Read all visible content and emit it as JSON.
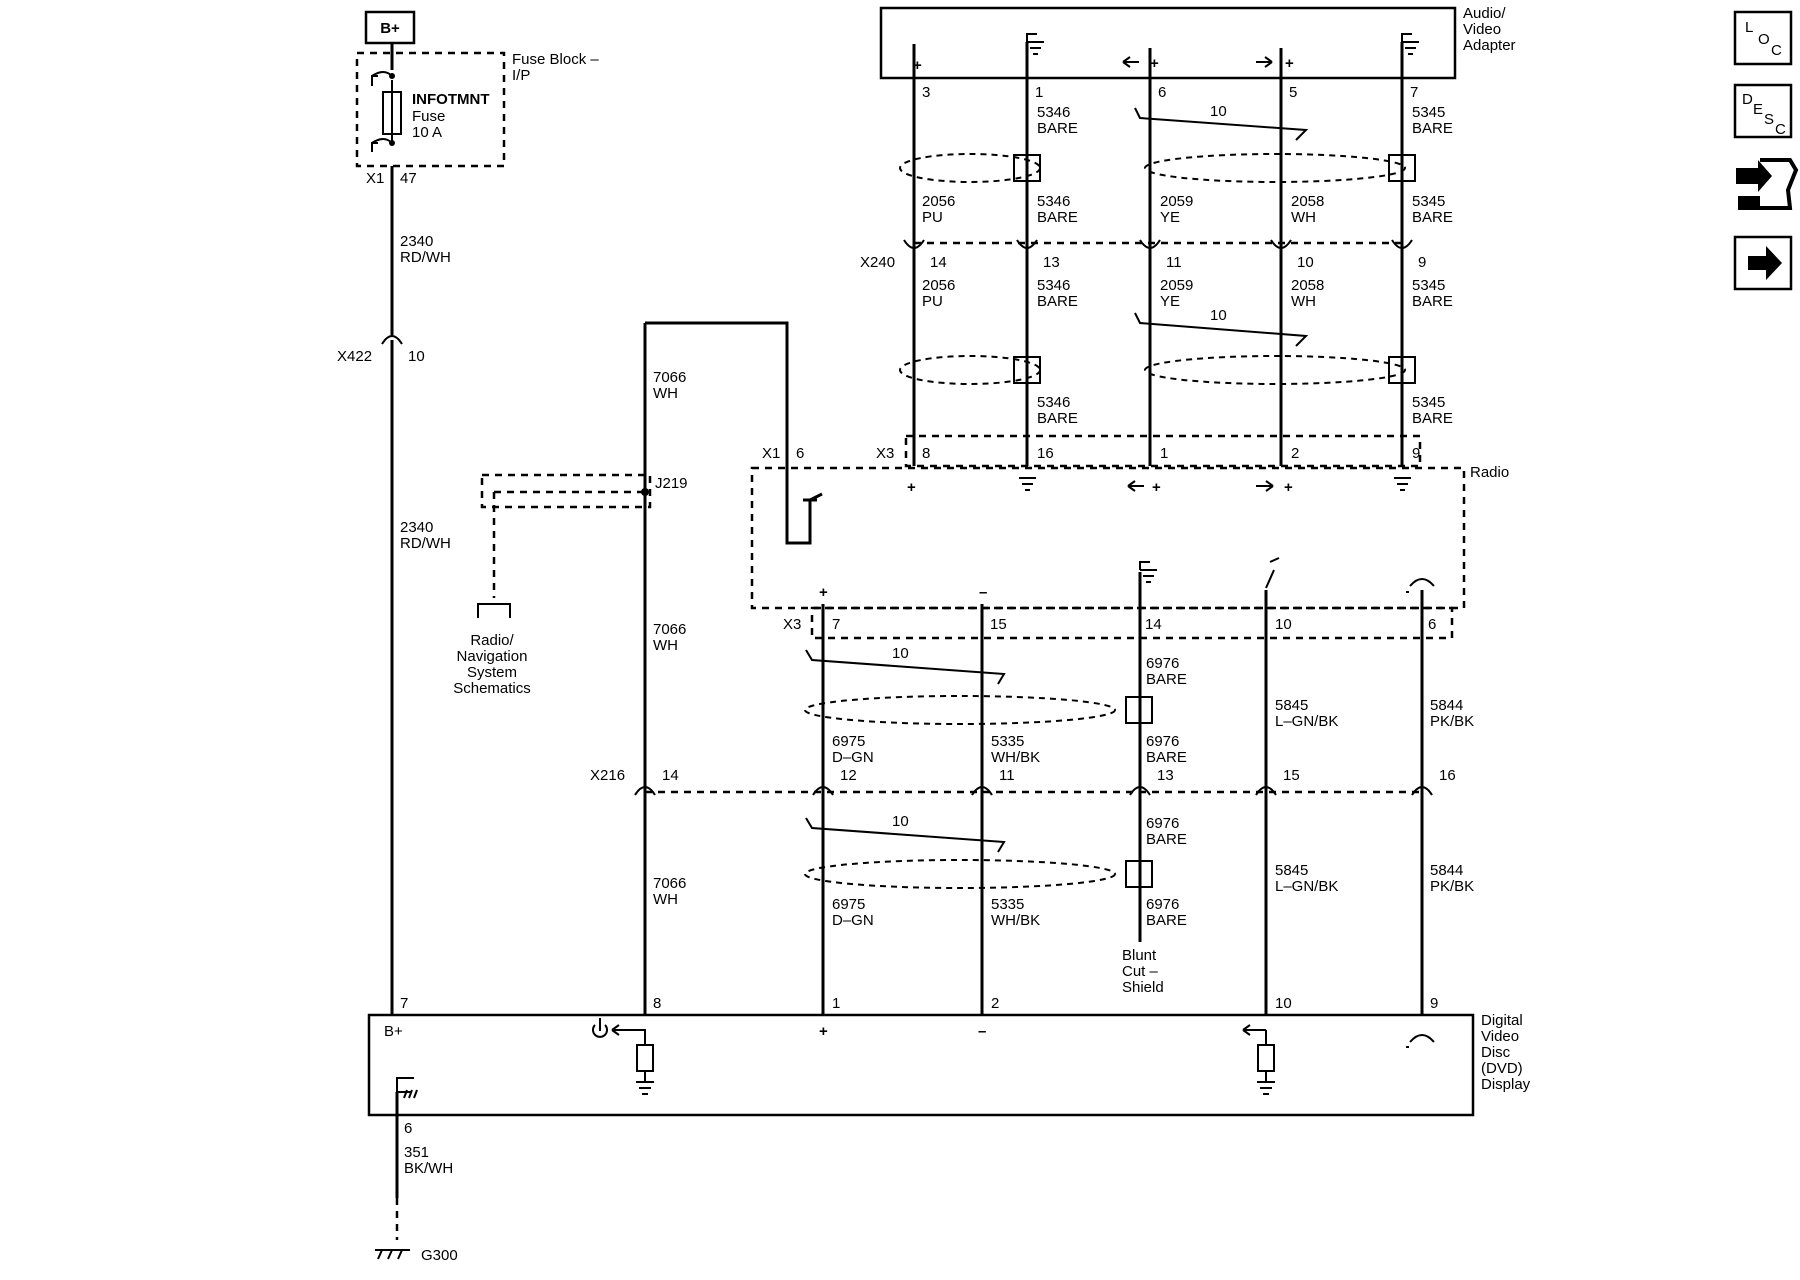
{
  "power": {
    "bplus": "B+",
    "fuse_block": "Fuse Block –\nI/P",
    "fuse_name": "INFOTMNT",
    "fuse_word": "Fuse",
    "fuse_rating": "10 A",
    "fuse_connector": "X1",
    "fuse_pin": "47"
  },
  "wires": {
    "w2340_top": "2340\nRD/WH",
    "w2340_bottom": "2340\nRD/WH",
    "w7066_a": "7066\nWH",
    "w7066_b": "7066\nWH",
    "w7066_c": "7066\nWH",
    "w351": "351\nBK/WH"
  },
  "connectors": {
    "x422": "X422",
    "x422_pin": "10",
    "x240": "X240",
    "x216": "X216",
    "x216_pin": "14",
    "j219": "J219",
    "x1": "X1",
    "x1_pin": "6",
    "x3_top": "X3",
    "x3_bottom": "X3"
  },
  "ground": {
    "pin": "6",
    "name": "G300"
  },
  "cross_ref": {
    "label": "Radio/\nNavigation\nSystem\nSchematics"
  },
  "components": {
    "av_adapter": "Audio/\nVideo\nAdapter",
    "radio": "Radio",
    "dvd": "Digital\nVideo\nDisc\n(DVD)\nDisplay",
    "dvd_bplus": "B+",
    "blunt_cut": "Blunt\nCut –\nShield"
  },
  "top_section": {
    "adapter_pins": [
      "3",
      "1",
      "6",
      "5",
      "7"
    ],
    "upper_wires": [
      "",
      "5346\nBARE",
      "",
      "",
      "5345\nBARE"
    ],
    "mid_wires": [
      "2056\nPU",
      "5346\nBARE",
      "2059\nYE",
      "2058\nWH",
      "5345\nBARE"
    ],
    "x240_pins": [
      "14",
      "13",
      "11",
      "10",
      "9"
    ],
    "lower_wires": [
      "2056\nPU",
      "5346\nBARE",
      "2059\nYE",
      "2058\nWH",
      "5345\nBARE"
    ],
    "bottom_wires": [
      "",
      "5346\nBARE",
      "",
      "",
      "5345\nBARE"
    ],
    "radio_pins": [
      "8",
      "16",
      "1",
      "2",
      "9"
    ],
    "twist_label_1": "10",
    "twist_label_2": "10"
  },
  "bottom_section": {
    "radio_pins": [
      "7",
      "15",
      "14",
      "10",
      "6"
    ],
    "upper_wires": [
      "",
      "",
      "6976\nBARE",
      "",
      ""
    ],
    "mid_wires": [
      "6975\nD–GN",
      "5335\nWH/BK",
      "6976\nBARE",
      "5845\nL–GN/BK",
      "5844\nPK/BK"
    ],
    "x216_pins": [
      "12",
      "11",
      "13",
      "15",
      "16"
    ],
    "lower_wires": [
      "",
      "",
      "6976\nBARE",
      "5845\nL–GN/BK",
      "5844\nPK/BK"
    ],
    "bottom_wires": [
      "6975\nD–GN",
      "5335\nWH/BK",
      "6976\nBARE",
      "",
      ""
    ],
    "twist_label_1": "10",
    "twist_label_2": "10"
  },
  "dvd_pins": {
    "bplus_pin": "7",
    "power_pin": "8",
    "pins": [
      "1",
      "2",
      "10",
      "9"
    ]
  },
  "nav": {
    "loc": [
      "L",
      "O",
      "C"
    ],
    "desc": [
      "D",
      "E",
      "S",
      "C"
    ]
  }
}
